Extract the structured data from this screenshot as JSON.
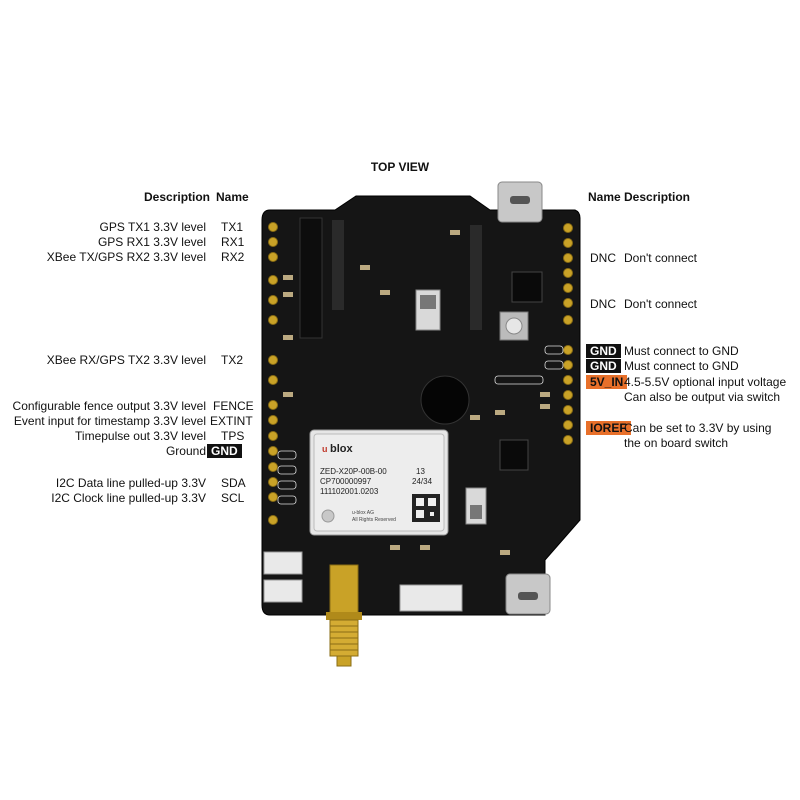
{
  "title": "TOP VIEW",
  "left_header": {
    "description": "Description",
    "name": "Name"
  },
  "right_header": {
    "name": "Name",
    "description": "Description"
  },
  "left_pins": [
    {
      "description": "GPS TX1 3.3V level",
      "name": "TX1"
    },
    {
      "description": "GPS RX1 3.3V level",
      "name": "RX1"
    },
    {
      "description": "XBee TX/GPS RX2 3.3V level",
      "name": "RX2"
    },
    {
      "description": "XBee RX/GPS TX2 3.3V level",
      "name": "TX2"
    },
    {
      "description": "Configurable fence output 3.3V level",
      "name": "FENCE"
    },
    {
      "description": "Event input for timestamp 3.3V level",
      "name": "EXTINT"
    },
    {
      "description": "Timepulse out 3.3V level",
      "name": "TPS"
    },
    {
      "description": "Ground",
      "name": "GND"
    },
    {
      "description": "I2C Data line pulled-up 3.3V",
      "name": "SDA"
    },
    {
      "description": "I2C Clock line pulled-up 3.3V",
      "name": "SCL"
    }
  ],
  "right_pins": [
    {
      "name": "DNC",
      "description": "Don't connect"
    },
    {
      "name": "DNC",
      "description": "Don't connect"
    },
    {
      "name": "GND",
      "description": "Must connect to GND"
    },
    {
      "name": "GND",
      "description": "Must connect to GND"
    },
    {
      "name": "5V_IN",
      "description": "4.5-5.5V optional input voltage",
      "description2": "Can also be output via switch"
    },
    {
      "name": "IOREF",
      "description": "Can be set to 3.3V by using",
      "description2": "the on board switch"
    }
  ],
  "module": {
    "brand": "blox",
    "brand_prefix": "u",
    "model": "ZED-X20P-00B-00",
    "code": "CP700000997",
    "serial": "111102001.0203",
    "num1": "13",
    "num2": "24/34",
    "footer1": "u-blox AG",
    "footer2": "All Rights Reserved"
  },
  "colors": {
    "board": "#111111",
    "tag_dark": "#111111",
    "tag_orange": "#e8702a",
    "gold": "#c9a227"
  }
}
